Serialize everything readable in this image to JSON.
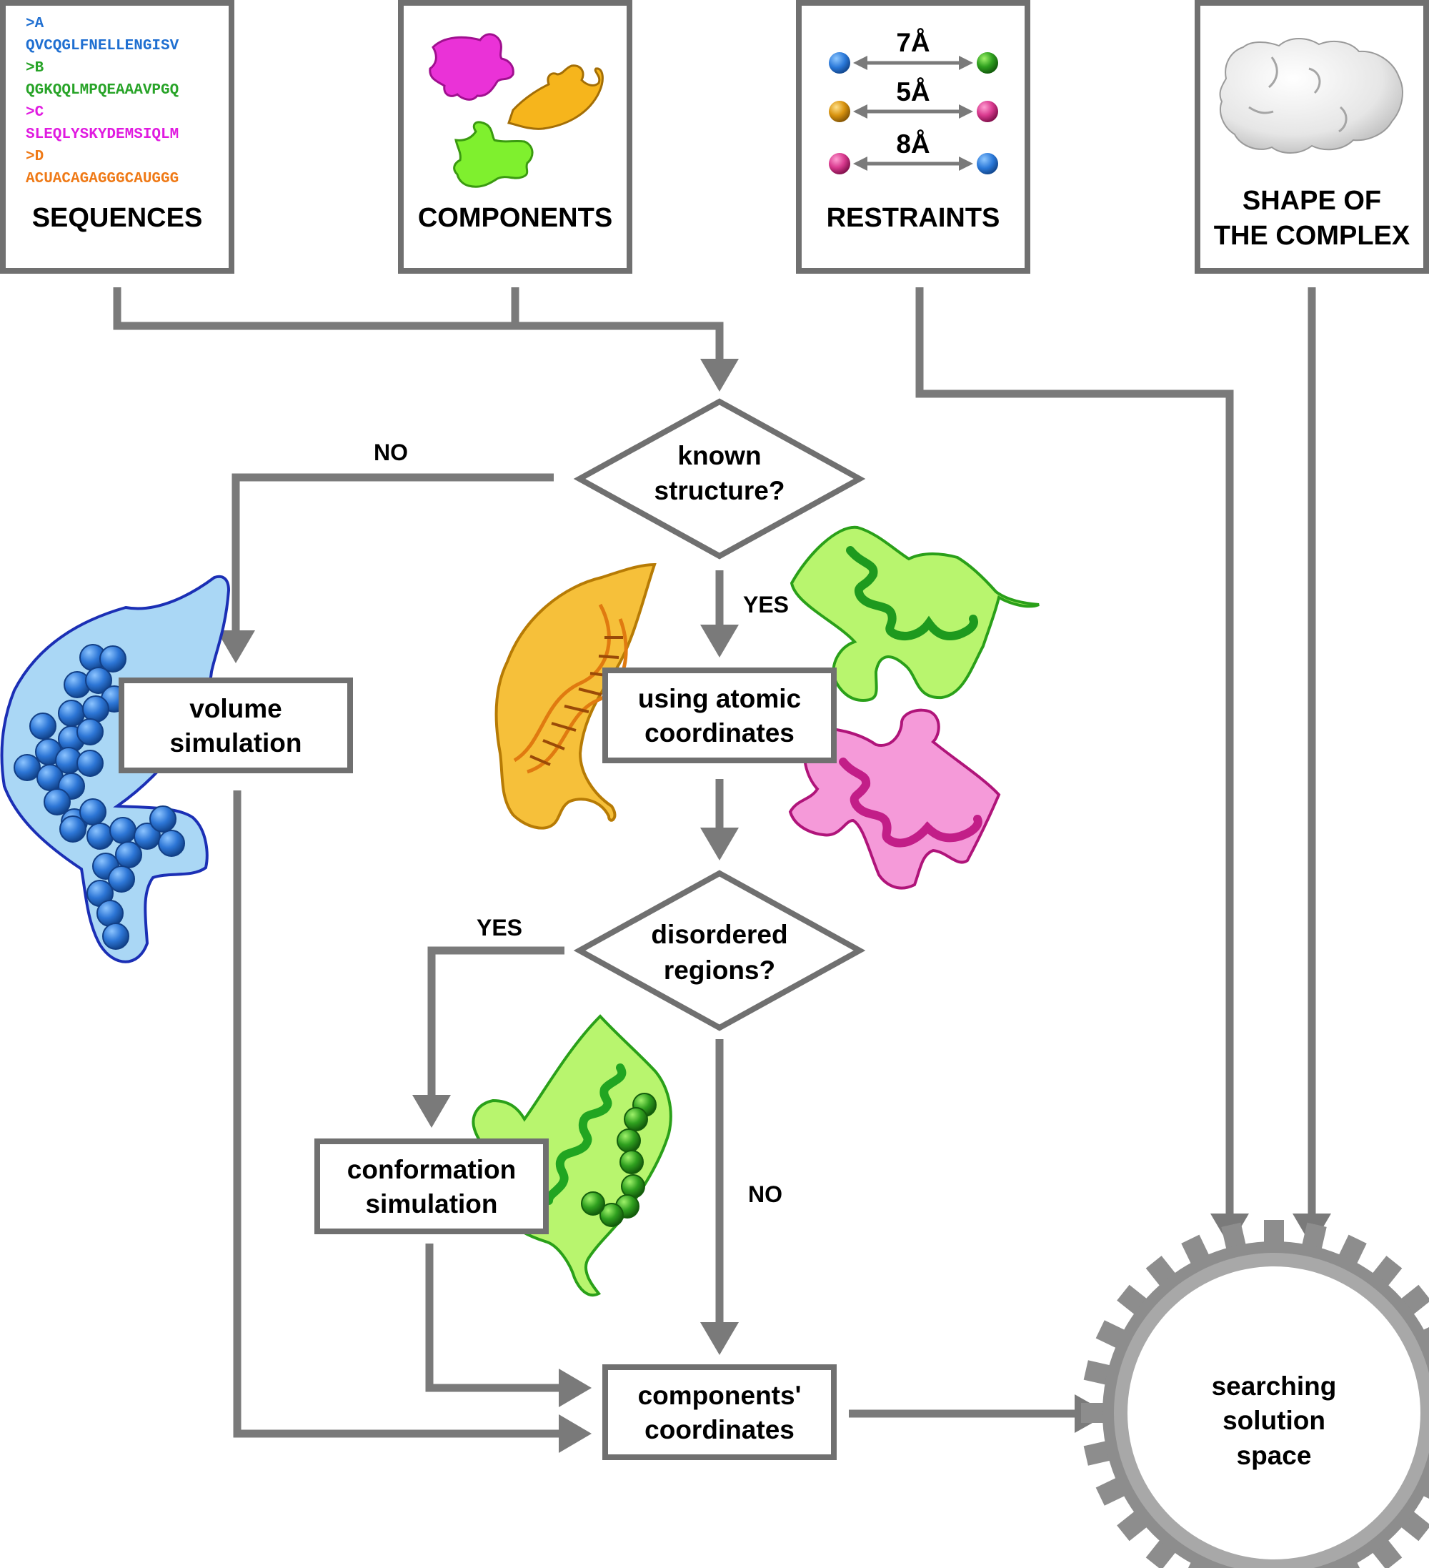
{
  "inputs": {
    "sequences": {
      "title": "SEQUENCES",
      "lines": [
        {
          "text": ">A",
          "color": "#1f6fd1"
        },
        {
          "text": "QVCQGLFNELLENGISV",
          "color": "#1f6fd1"
        },
        {
          "text": ">B",
          "color": "#27a327"
        },
        {
          "text": "QGKQQLMPQEAAAVPGQ",
          "color": "#27a327"
        },
        {
          "text": ">C",
          "color": "#e01ae0"
        },
        {
          "text": "SLEQLYSKYDEMSIQLM",
          "color": "#e01ae0"
        },
        {
          "text": ">D",
          "color": "#ef7a17"
        },
        {
          "text": "ACUACAGAGGGCAUGGG",
          "color": "#ef7a17"
        }
      ]
    },
    "components": {
      "title": "COMPONENTS"
    },
    "restraints": {
      "title": "RESTRAINTS",
      "distances": [
        "7Å",
        "5Å",
        "8Å"
      ]
    },
    "shape": {
      "title_line1": "SHAPE OF",
      "title_line2": "THE COMPLEX"
    }
  },
  "flow": {
    "known_structure": {
      "line1": "known",
      "line2": "structure?"
    },
    "known_no": "NO",
    "known_yes": "YES",
    "volume_simulation": {
      "line1": "volume",
      "line2": "simulation"
    },
    "atomic_coordinates": {
      "line1": "using atomic",
      "line2": "coordinates"
    },
    "disordered_regions": {
      "line1": "disordered",
      "line2": "regions?"
    },
    "disordered_yes": "YES",
    "disordered_no": "NO",
    "conformation_simulation": {
      "line1": "conformation",
      "line2": "simulation"
    },
    "components_coordinates": {
      "line1": "components'",
      "line2": "coordinates"
    },
    "search": {
      "line1": "searching",
      "line2": "solution",
      "line3": "space"
    }
  },
  "colors": {
    "connector": "#7a7a7a",
    "box_border": "#707070",
    "blue": "#1f6fd1",
    "green": "#27a327",
    "magenta": "#e01ae0",
    "orange": "#ef7a17",
    "gold": "#f6b51c"
  }
}
